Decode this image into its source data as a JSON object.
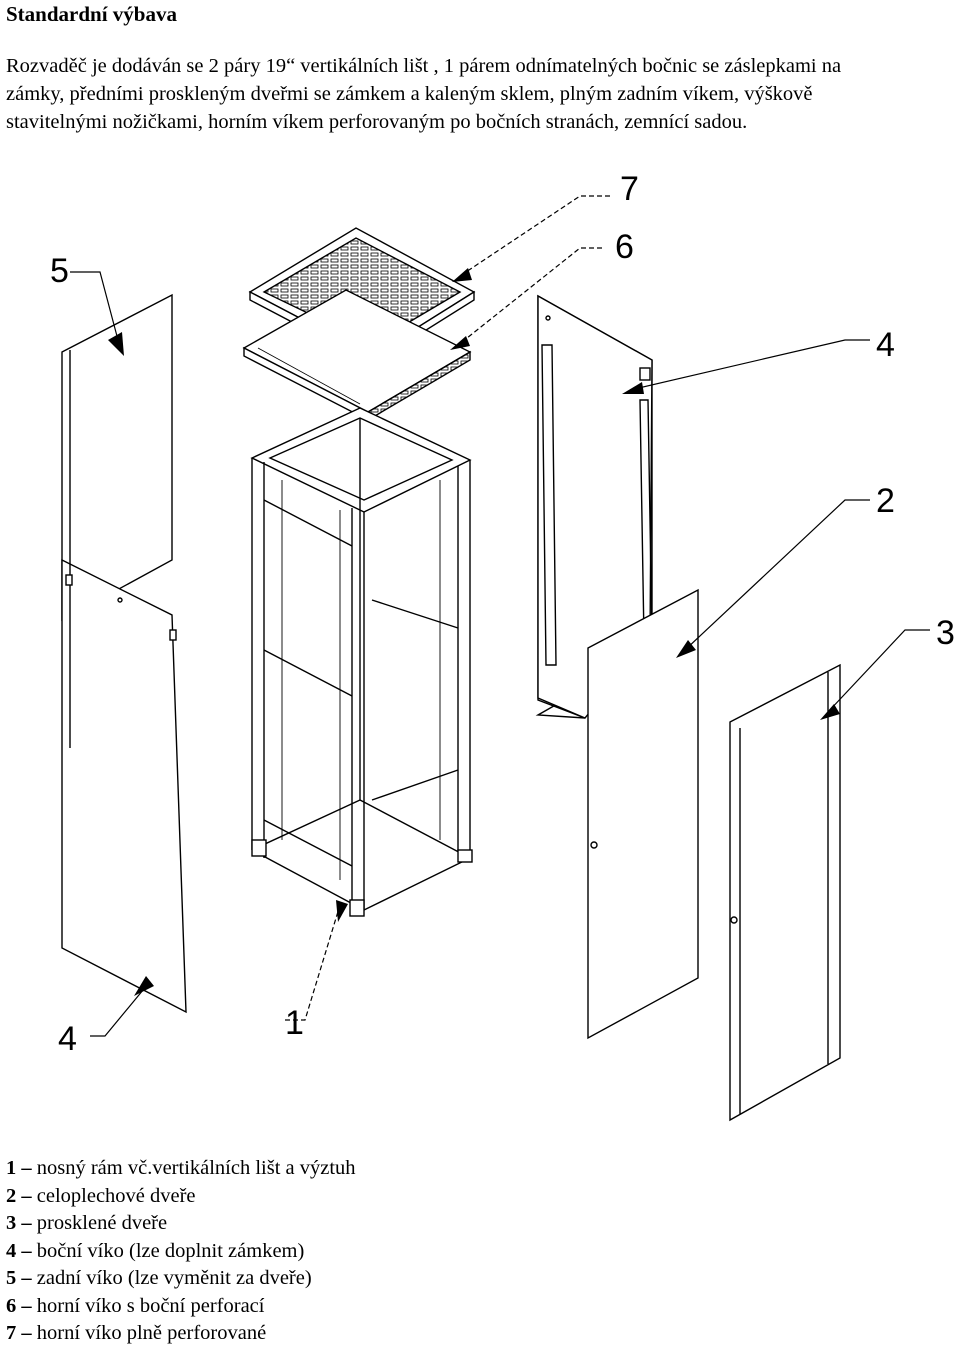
{
  "heading": "Standardní výbava",
  "intro": "Rozvaděč je dodáván se 2 páry 19“ vertikálních lišt , 1 párem odnímatelných bočnic se záslepkami na zámky, předními proskleným dveřmi se zámkem a kaleným sklem, plným zadním víkem, výškově stavitelnými nožičkami, horním víkem perforovaným po bočních stranách, zemnící sadou.",
  "callouts": {
    "c1": "1",
    "c2": "2",
    "c3": "3",
    "c4a": "4",
    "c4b": "4",
    "c5": "5",
    "c6": "6",
    "c7": "7"
  },
  "legend": [
    {
      "num": "1",
      "dash": "–",
      "text": "nosný rám vč.vertikálních lišt a výztuh"
    },
    {
      "num": "2",
      "dash": "–",
      "text": "celoplechové dveře"
    },
    {
      "num": "3",
      "dash": "–",
      "text": "prosklené dveře"
    },
    {
      "num": "4",
      "dash": "–",
      "text": "boční víko (lze doplnit zámkem)"
    },
    {
      "num": "5",
      "dash": "–",
      "text": "zadní víko (lze vyměnit za dveře)"
    },
    {
      "num": "6",
      "dash": "–",
      "text": "horní víko s boční perforací"
    },
    {
      "num": "7",
      "dash": "–",
      "text": "horní víko plně perforované"
    }
  ]
}
